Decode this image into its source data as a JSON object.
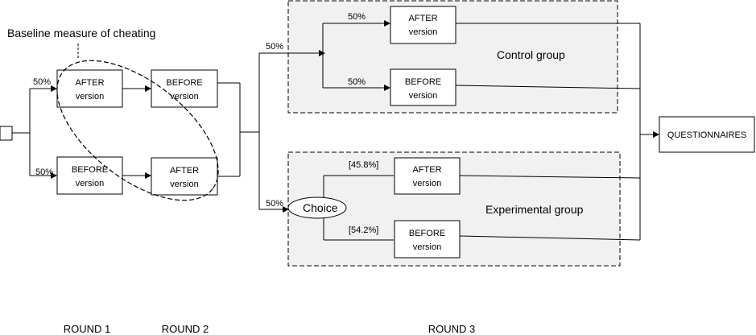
{
  "baseline_label": "Baseline measure of cheating",
  "rounds": [
    "ROUND 1",
    "ROUND 2",
    "ROUND 3"
  ],
  "round1": {
    "top": {
      "line1": "AFTER",
      "line2": "version",
      "pct": "50%"
    },
    "bottom": {
      "line1": "BEFORE",
      "line2": "version",
      "pct": "50%"
    }
  },
  "round2": {
    "top": {
      "line1": "BEFORE",
      "line2": "version"
    },
    "bottom": {
      "line1": "AFTER",
      "line2": "version"
    }
  },
  "control_group": {
    "label": "Control group",
    "split_pct": "50%",
    "top": {
      "line1": "AFTER",
      "line2": "version",
      "pct": "50%"
    },
    "bottom": {
      "line1": "BEFORE",
      "line2": "version",
      "pct": "50%"
    }
  },
  "experimental_group": {
    "label": "Experimental group",
    "split_pct": "50%",
    "choice": "Choice",
    "top": {
      "line1": "AFTER",
      "line2": "version",
      "pct": "[45.8%]"
    },
    "bottom": {
      "line1": "BEFORE",
      "line2": "version",
      "pct": "[54.2%]"
    }
  },
  "questionnaires": "QUESTIONNAIRES"
}
